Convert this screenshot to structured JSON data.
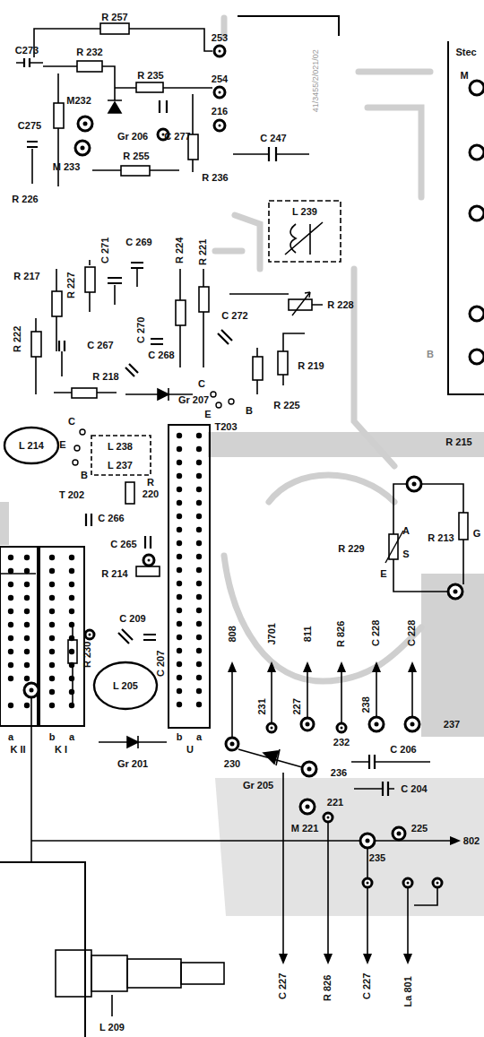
{
  "diagram": {
    "labels": [
      "R 257",
      "253",
      "C273",
      "R 232",
      "R 235",
      "254",
      "M232",
      "C275",
      "Gr 206",
      "C 277",
      "216",
      "C 247",
      "M 233",
      "R 255",
      "R 236",
      "R 226",
      "L 239",
      "41/3455/2/021/02",
      "Stec",
      "M",
      "R 217",
      "C 271",
      "C 269",
      "R 224",
      "R 221",
      "R 227",
      "R 228",
      "C 267",
      "C 270",
      "C 272",
      "R 222",
      "C 268",
      "R 218",
      "Gr 207",
      "C",
      "E",
      "B",
      "T203",
      "R 219",
      "R 225",
      "B",
      "L 214",
      "C",
      "E",
      "B",
      "T 202",
      "L 238",
      "L 237",
      "R 220",
      "R 215",
      "C 266",
      "C 265",
      "R 214",
      "R 229",
      "A",
      "S",
      "E",
      "R 213",
      "G",
      "C 209",
      "C 207",
      "R 230",
      "L 205",
      "a",
      "b",
      "a",
      "K II",
      "K I",
      "b",
      "a",
      "U",
      "Gr 201",
      "808",
      "J701",
      "811",
      "R 826",
      "C 228",
      "C 228",
      "231",
      "227",
      "238",
      "237",
      "230",
      "232",
      "Gr 205",
      "236",
      "C 206",
      "C 204",
      "221",
      "M 221",
      "235",
      "225",
      "802",
      "C 227",
      "R 826",
      "C 227",
      "La 801",
      "L 209"
    ]
  }
}
